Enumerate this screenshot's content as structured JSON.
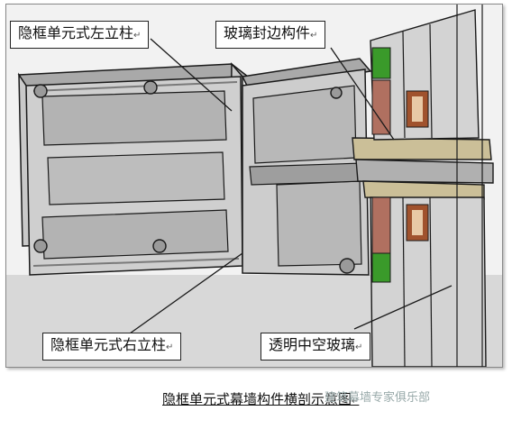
{
  "labels": {
    "left_mullion": "隐框单元式左立柱",
    "glass_edge": "玻璃封边构件",
    "right_mullion": "隐框单元式右立柱",
    "insulating_glass": "透明中空玻璃"
  },
  "return_mark": "↵",
  "caption": "隐框单元式幕墙构件横剖示意图",
  "watermark": "建筑幕墙专家俱乐部",
  "colors": {
    "profile_fill": "#c9c9c9",
    "profile_dark": "#8e8e8e",
    "outline": "#1a1a1a",
    "gasket_green": "#3a9a2a",
    "spacer_brown": "#a0522d",
    "glass_edge_tan": "#cbbf98",
    "glass_face": "#c8c8c8"
  }
}
